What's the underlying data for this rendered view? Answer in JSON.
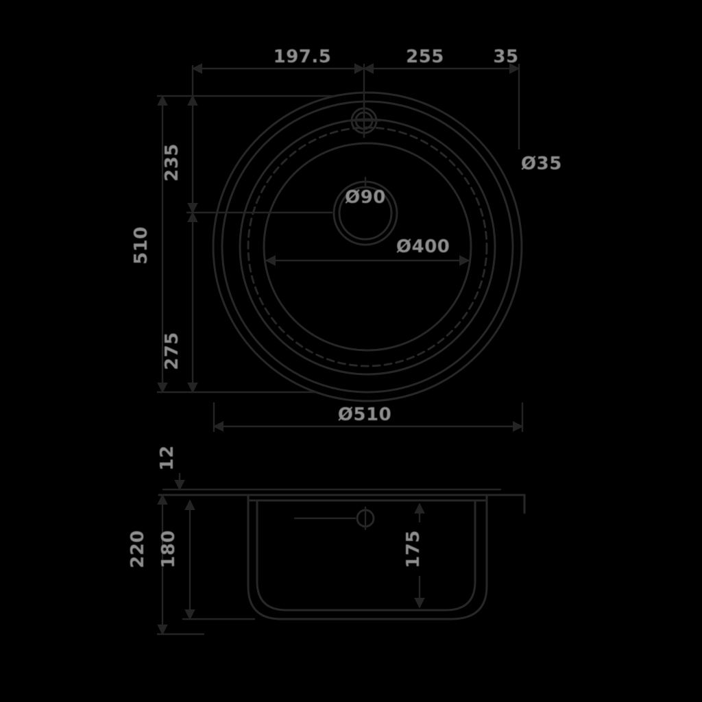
{
  "drawing": {
    "title": "round-sink-technical-drawing",
    "colors": {
      "background": "#000000",
      "line": "#272727",
      "dimension_line": "#242424",
      "label": "#8f8f8f"
    },
    "top_view": {
      "labels": {
        "top_left_dim": "197.5",
        "top_right_dim": "255",
        "top_corner_dim": "35",
        "right_dim": "Ø35",
        "drain_dim": "Ø90",
        "bowl_dim": "Ø400",
        "left_overall_dim": "510",
        "left_upper_dim": "235",
        "left_lower_dim": "275",
        "bottom_dim": "Ø510"
      }
    },
    "side_view": {
      "labels": {
        "left_outer_dim": "220",
        "left_inner_dim": "180",
        "rim_dim": "12",
        "depth_dim": "175"
      }
    }
  }
}
